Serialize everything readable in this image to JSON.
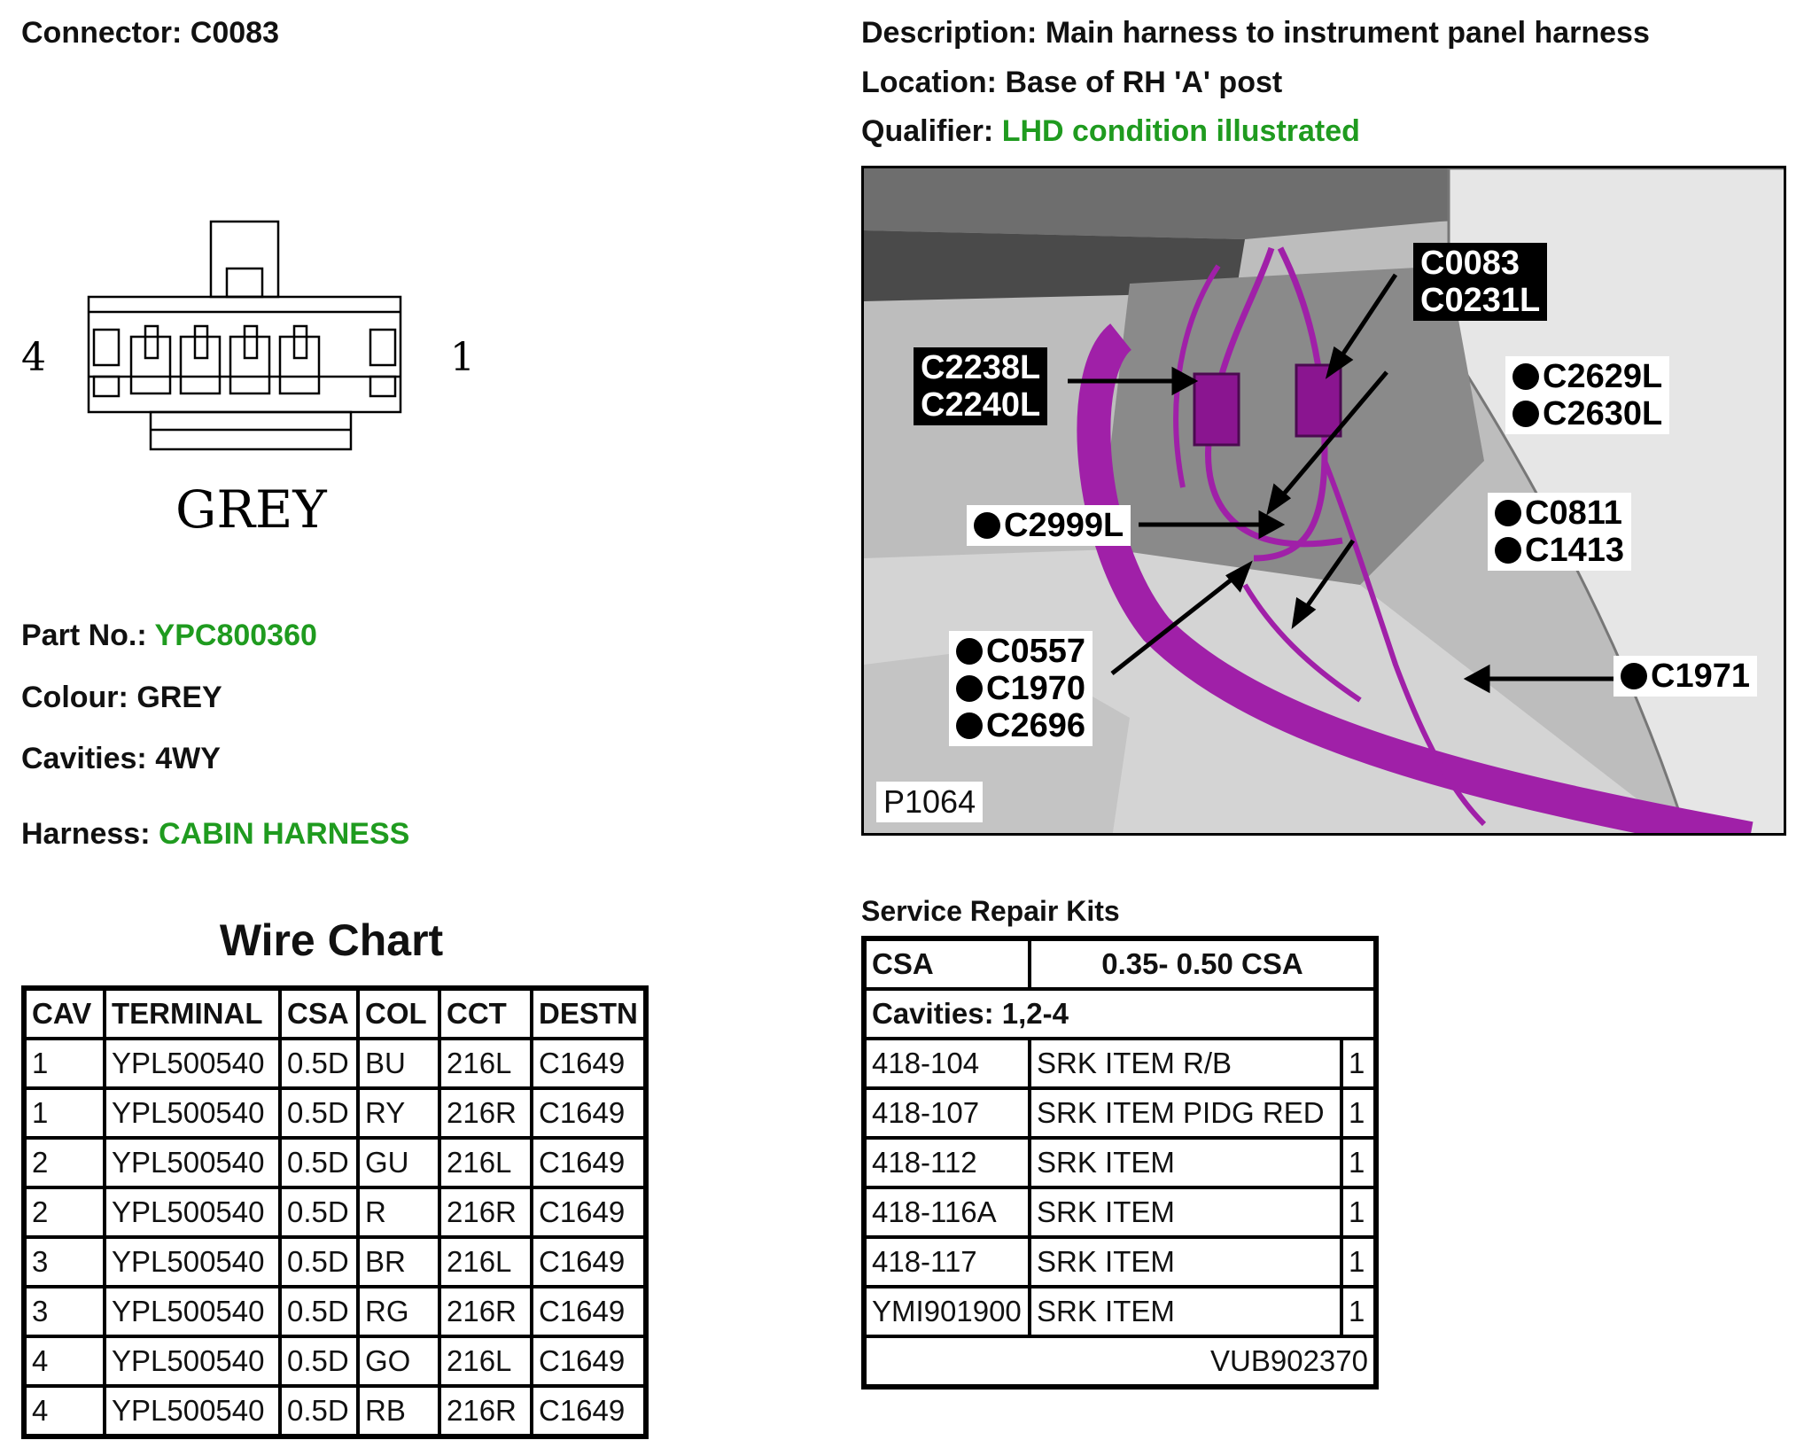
{
  "connector": {
    "label": "Connector:",
    "value": "C0083"
  },
  "description": {
    "label": "Description:",
    "value": "Main harness to instrument panel harness"
  },
  "location": {
    "label": "Location:",
    "value": "Base of RH 'A' post"
  },
  "qualifier": {
    "label": "Qualifier:",
    "value": "LHD condition illustrated"
  },
  "diagram": {
    "pin_left": "4",
    "pin_right": "1",
    "colour_text": "GREY"
  },
  "part_no": {
    "label": "Part No.:",
    "value": "YPC800360"
  },
  "colour": {
    "label": "Colour:",
    "value": "GREY"
  },
  "cavities": {
    "label": "Cavities:",
    "value": "4WY"
  },
  "harness": {
    "label": "Harness:",
    "value": "CABIN HARNESS"
  },
  "wire_chart": {
    "title": "Wire Chart",
    "headers": [
      "CAV",
      "TERMINAL",
      "CSA",
      "COL",
      "CCT",
      "DESTN"
    ],
    "rows": [
      [
        "1",
        "YPL500540",
        "0.5D",
        "BU",
        "216L",
        "C1649"
      ],
      [
        "1",
        "YPL500540",
        "0.5D",
        "RY",
        "216R",
        "C1649"
      ],
      [
        "2",
        "YPL500540",
        "0.5D",
        "GU",
        "216L",
        "C1649"
      ],
      [
        "2",
        "YPL500540",
        "0.5D",
        "R",
        "216R",
        "C1649"
      ],
      [
        "3",
        "YPL500540",
        "0.5D",
        "BR",
        "216L",
        "C1649"
      ],
      [
        "3",
        "YPL500540",
        "0.5D",
        "RG",
        "216R",
        "C1649"
      ],
      [
        "4",
        "YPL500540",
        "0.5D",
        "GO",
        "216L",
        "C1649"
      ],
      [
        "4",
        "YPL500540",
        "0.5D",
        "RB",
        "216R",
        "C1649"
      ]
    ]
  },
  "photo": {
    "code": "P1064",
    "callouts": {
      "c0083": "C0083",
      "c0231l": "C0231L",
      "c2238l": "C2238L",
      "c2240l": "C2240L",
      "c2629l": "C2629L",
      "c2630l": "C2630L",
      "c2999l": "C2999L",
      "c0811": "C0811",
      "c1413": "C1413",
      "c0557": "C0557",
      "c1970": "C1970",
      "c2696": "C2696",
      "c1971": "C1971"
    },
    "colors": {
      "harness": "#a020a8",
      "background": "#c8c8c8"
    }
  },
  "service_repair_kits": {
    "title": "Service Repair Kits",
    "csa_label": "CSA",
    "csa_value": "0.35- 0.50 CSA",
    "cavities": "Cavities: 1,2-4",
    "rows": [
      [
        "418-104",
        "SRK ITEM R/B",
        "1"
      ],
      [
        "418-107",
        "SRK ITEM PIDG RED",
        "1"
      ],
      [
        "418-112",
        "SRK ITEM",
        "1"
      ],
      [
        "418-116A",
        "SRK ITEM",
        "1"
      ],
      [
        "418-117",
        "SRK ITEM",
        "1"
      ],
      [
        "YMI901900",
        "SRK ITEM",
        "1"
      ]
    ],
    "footer": "VUB902370"
  }
}
